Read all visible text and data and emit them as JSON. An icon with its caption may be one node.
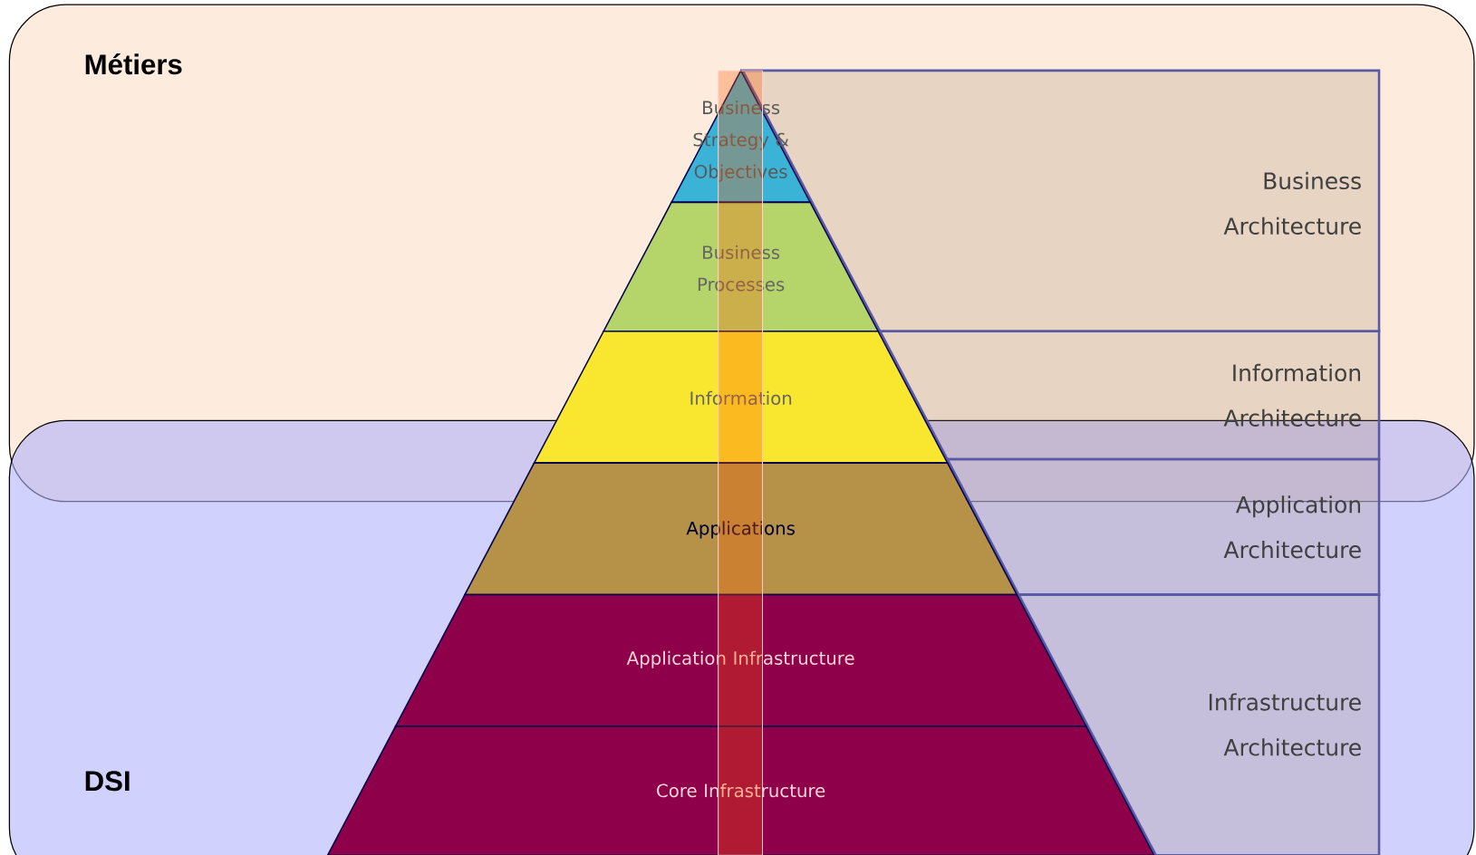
{
  "diagram": {
    "nodes": [
      {
        "text": [
          "Métiers"
        ]
      },
      {
        "text": [
          "DSI"
        ]
      },
      {
        "text": [
          "Business Strategy & Objectives"
        ],
        "in": 0
      },
      {
        "text": [
          "Business Processes"
        ],
        "in": 0
      },
      {
        "text": [
          "Information"
        ],
        "in": 0
      },
      {
        "text": [
          "Applications"
        ],
        "in": 1
      },
      {
        "text": [
          "Application Infrastructure"
        ],
        "in": 1
      },
      {
        "text": [
          "Core Infrastructure"
        ],
        "in": 1
      },
      {
        "text": [
          "Business Architecture"
        ],
        "in": 0
      },
      {
        "text": [
          "Information Architecture"
        ],
        "in": 0
      },
      {
        "text": [
          "Application Architecture"
        ],
        "in": 1
      },
      {
        "text": [
          "Infrastructure Architecture"
        ],
        "in": 1
      }
    ]
  }
}
